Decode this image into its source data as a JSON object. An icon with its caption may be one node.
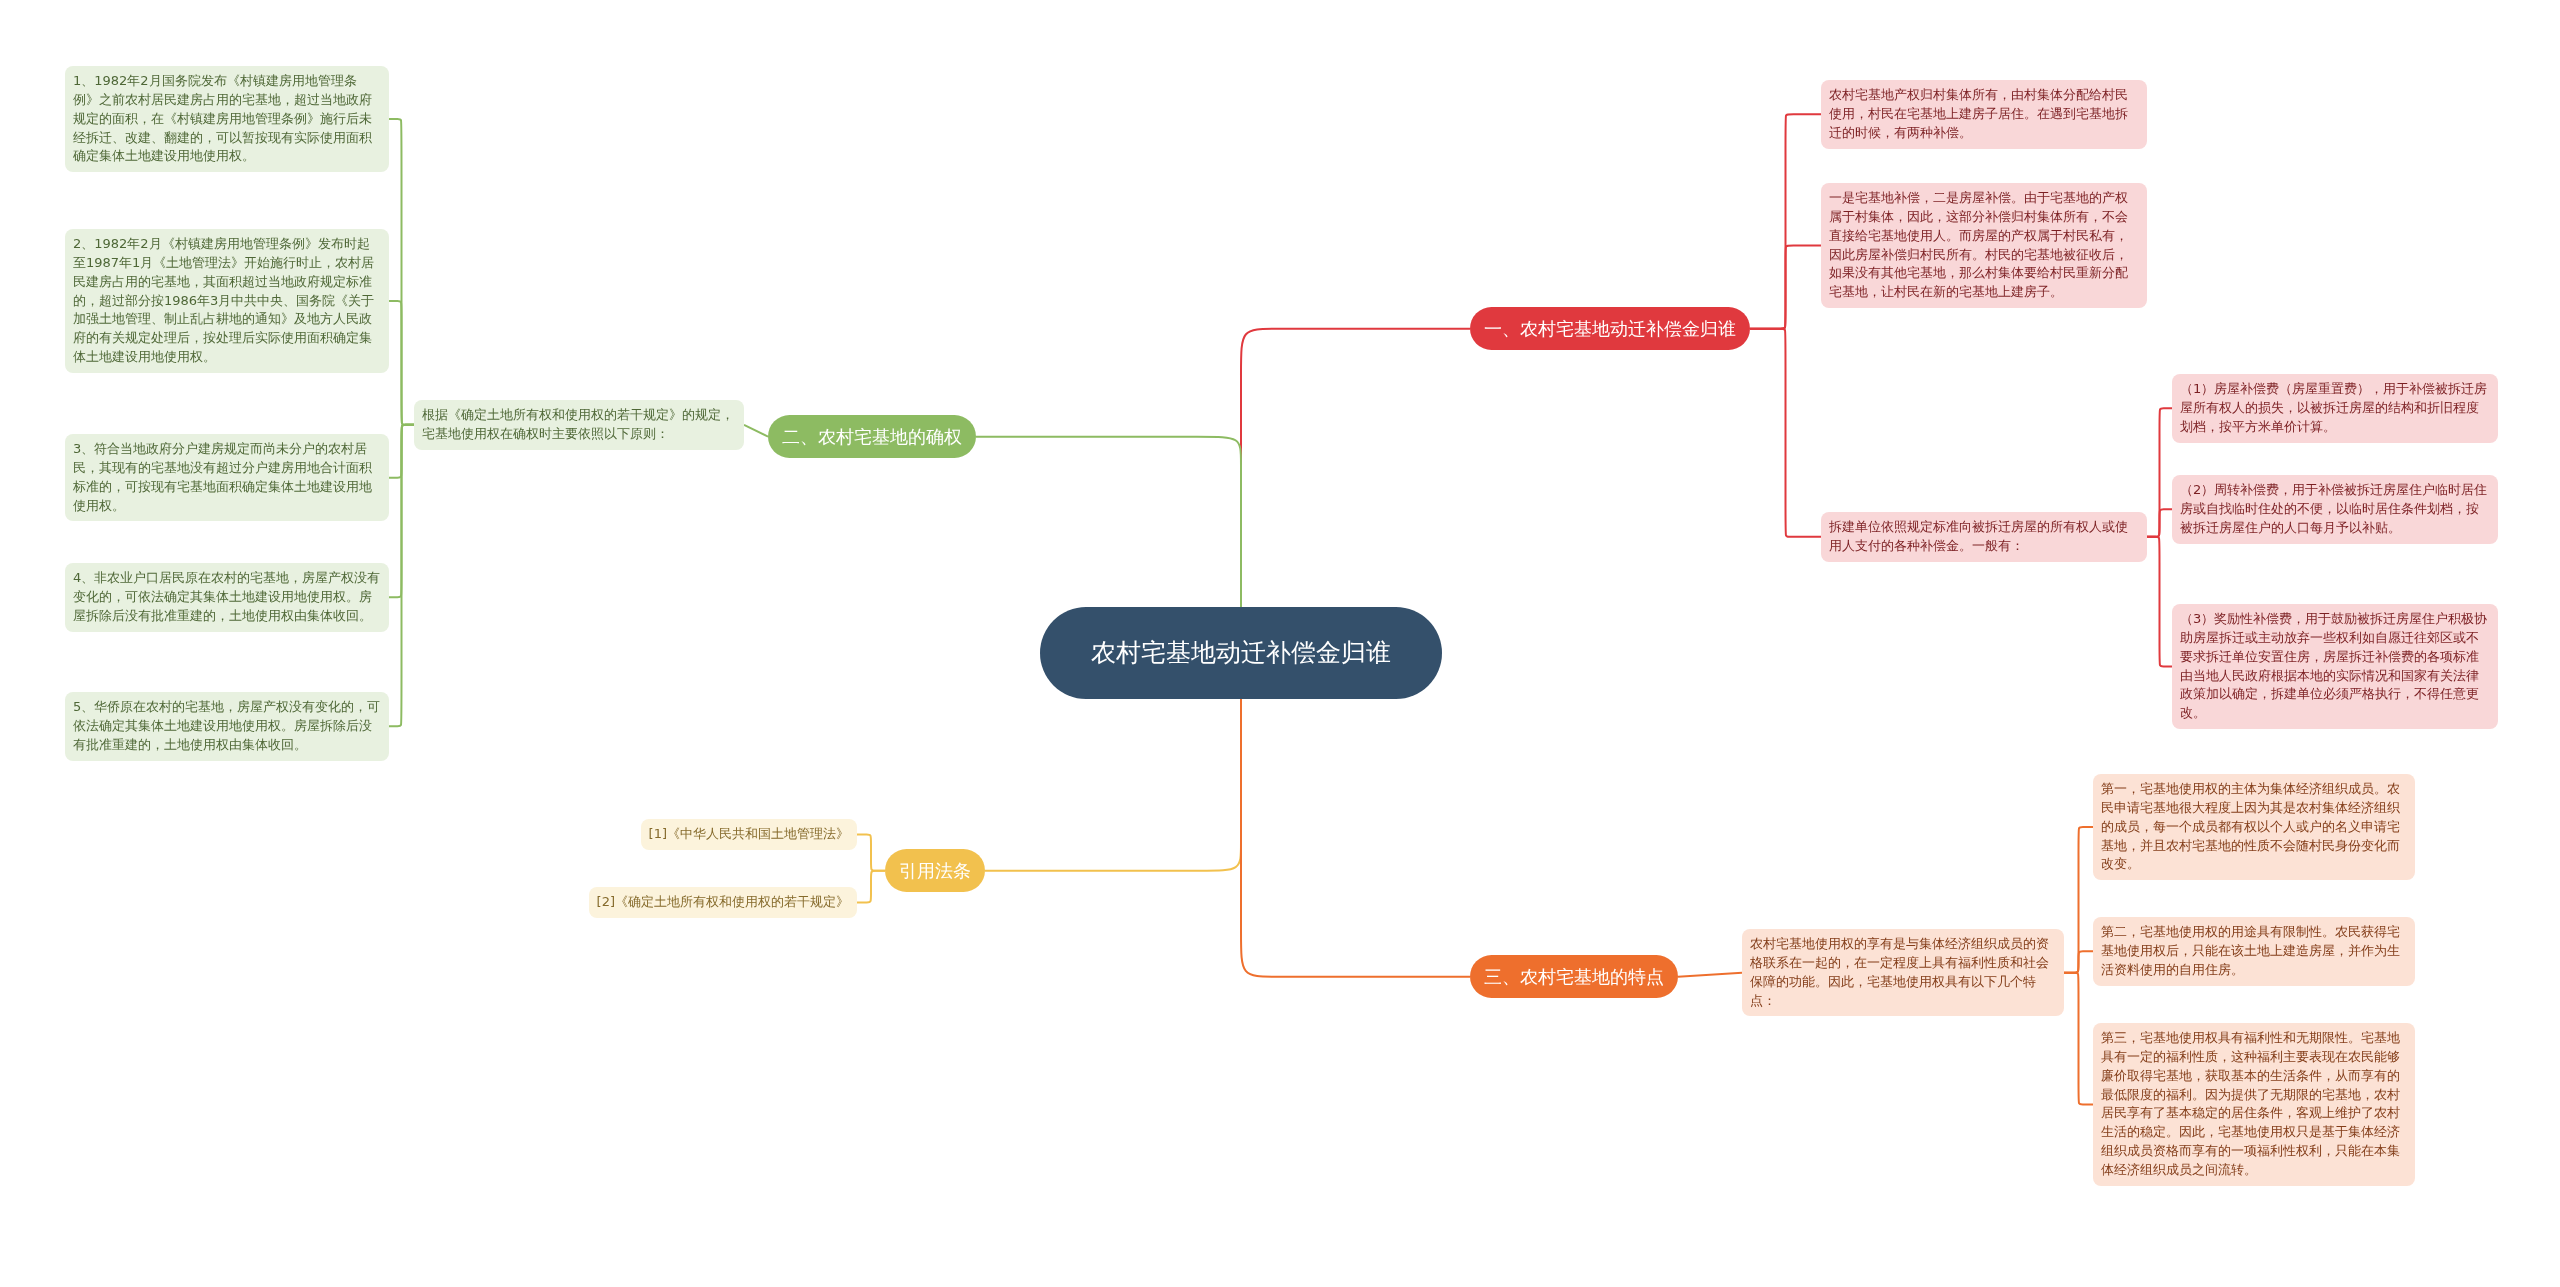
{
  "diagram": {
    "nodes": [
      {
        "text": [
          "农村宅基地动迁补偿金归谁"
        ]
      },
      {
        "text": [
          "一、农村宅基地动迁补偿金归谁"
        ]
      },
      {
        "text": [
          "农村宅基地产权归村集体所有，由村集体分配给村民使用，村民在宅基地上建房子居住。在遇到宅基地拆迁的时候，有两种补偿。"
        ]
      },
      {
        "text": [
          "一是宅基地补偿，二是房屋补偿。由于宅基地的产权属于村集体，因此，这部分补偿归村集体所有，不会直接给宅基地使用人。而房屋的产权属于村民私有，因此房屋补偿归村民所有。村民的宅基地被征收后，如果没有其他宅基地，那么村集体要给村民重新分配宅基地，让村民在新的宅基地上建房子。"
        ]
      },
      {
        "text": [
          "拆建单位依照规定标准向被拆迁房屋的所有权人或使用人支付的各种补偿金。一般有："
        ]
      },
      {
        "text": [
          "（1）房屋补偿费（房屋重置费），用于补偿被拆迁房屋所有权人的损失，以被拆迁房屋的结构和折旧程度划档，按平方米单价计算。"
        ]
      },
      {
        "text": [
          "（2）周转补偿费，用于补偿被拆迁房屋住户临时居住房或自找临时住处的不便，以临时居住条件划档，按被拆迁房屋住户的人口每月予以补贴。"
        ]
      },
      {
        "text": [
          "（3）奖励性补偿费，用于鼓励被拆迁房屋住户积极协助房屋拆迁或主动放弃一些权利如自愿迁往郊区或不要求拆迁单位安置住房，房屋拆迁补偿费的各项标准由当地人民政府根据本地的实际情况和国家有关法律政策加以确定，拆建单位必须严格执行，不得任意更改。"
        ]
      },
      {
        "text": [
          "二、农村宅基地的确权"
        ]
      },
      {
        "text": [
          "根据《确定土地所有权和使用权的若干规定》的规定，宅基地使用权在确权时主要依照以下原则："
        ]
      },
      {
        "text": [
          "1、1982年2月国务院发布《村镇建房用地管理条例》之前农村居民建房占用的宅基地，超过当地政府规定的面积，在《村镇建房用地管理条例》施行后未经拆迁、改建、翻建的，可以暂按现有实际使用面积确定集体土地建设用地使用权。"
        ]
      },
      {
        "text": [
          "2、1982年2月《村镇建房用地管理条例》发布时起至1987年1月《土地管理法》开始施行时止，农村居民建房占用的宅基地，其面积超过当地政府规定标准的，超过部分按1986年3月中共中央、国务院《关于加强土地管理、制止乱占耕地的通知》及地方人民政府的有关规定处理后，按处理后实际使用面积确定集体土地建设用地使用权。"
        ]
      },
      {
        "text": [
          "3、符合当地政府分户建房规定而尚未分户的农村居民，其现有的宅基地没有超过分户建房用地合计面积标准的，可按现有宅基地面积确定集体土地建设用地使用权。"
        ]
      },
      {
        "text": [
          "4、非农业户口居民原在农村的宅基地，房屋产权没有变化的，可依法确定其集体土地建设用地使用权。房屋拆除后没有批准重建的，土地使用权由集体收回。"
        ]
      },
      {
        "text": [
          "5、华侨原在农村的宅基地，房屋产权没有变化的，可依法确定其集体土地建设用地使用权。房屋拆除后没有批准重建的，土地使用权由集体收回。"
        ]
      },
      {
        "text": [
          "引用法条"
        ]
      },
      {
        "text": [
          "[1]《中华人民共和国土地管理法》"
        ]
      },
      {
        "text": [
          "[2]《确定土地所有权和使用权的若干规定》"
        ]
      },
      {
        "text": [
          "三、农村宅基地的特点"
        ]
      },
      {
        "text": [
          "农村宅基地使用权的享有是与集体经济组织成员的资格联系在一起的，在一定程度上具有福利性质和社会保障的功能。因此，宅基地使用权具有以下几个特点："
        ]
      },
      {
        "text": [
          "第一，宅基地使用权的主体为集体经济组织成员。农民申请宅基地很大程度上因为其是农村集体经济组织的成员，每一个成员都有权以个人或户的名义申请宅基地，并且农村宅基地的性质不会随村民身份变化而改变。"
        ]
      },
      {
        "text": [
          "第二，宅基地使用权的用途具有限制性。农民获得宅基地使用权后，只能在该土地上建造房屋，并作为生活资料使用的自用住房。"
        ]
      },
      {
        "text": [
          "第三，宅基地使用权具有福利性和无期限性。宅基地具有一定的福利性质，这种福利主要表现在农民能够廉价取得宅基地，获取基本的生活条件，从而享有的最低限度的福利。因为提供了无期限的宅基地，农村居民享有了基本稳定的居住条件，客观上维护了农村生活的稳定。因此，宅基地使用权只是基于集体经济组织成员资格而享有的一项福利性权利，只能在本集体经济组织成员之间流转。"
        ]
      }
    ],
    "edges": [
      {
        "from": 0,
        "to": 1,
        "arrow": "none",
        "color": "#e0393e"
      },
      {
        "from": 1,
        "to": 2,
        "arrow": "none",
        "color": "#e0393e"
      },
      {
        "from": 1,
        "to": 3,
        "arrow": "none",
        "color": "#e0393e"
      },
      {
        "from": 1,
        "to": 4,
        "arrow": "none",
        "color": "#e0393e"
      },
      {
        "from": 4,
        "to": 5,
        "arrow": "none",
        "color": "#e0393e"
      },
      {
        "from": 4,
        "to": 6,
        "arrow": "none",
        "color": "#e0393e"
      },
      {
        "from": 4,
        "to": 7,
        "arrow": "none",
        "color": "#e0393e"
      },
      {
        "from": 0,
        "to": 8,
        "arrow": "none",
        "color": "#8dbb62"
      },
      {
        "from": 8,
        "to": 9,
        "arrow": "none",
        "color": "#8dbb62"
      },
      {
        "from": 9,
        "to": 10,
        "arrow": "none",
        "color": "#8dbb62"
      },
      {
        "from": 9,
        "to": 11,
        "arrow": "none",
        "color": "#8dbb62"
      },
      {
        "from": 9,
        "to": 12,
        "arrow": "none",
        "color": "#8dbb62"
      },
      {
        "from": 9,
        "to": 13,
        "arrow": "none",
        "color": "#8dbb62"
      },
      {
        "from": 9,
        "to": 14,
        "arrow": "none",
        "color": "#8dbb62"
      },
      {
        "from": 0,
        "to": 15,
        "arrow": "none",
        "color": "#f2c14e"
      },
      {
        "from": 15,
        "to": 16,
        "arrow": "none",
        "color": "#f2c14e"
      },
      {
        "from": 15,
        "to": 17,
        "arrow": "none",
        "color": "#f2c14e"
      },
      {
        "from": 0,
        "to": 18,
        "arrow": "none",
        "color": "#ee6f2d"
      },
      {
        "from": 18,
        "to": 19,
        "arrow": "none",
        "color": "#ee6f2d"
      },
      {
        "from": 19,
        "to": 20,
        "arrow": "none",
        "color": "#ee6f2d"
      },
      {
        "from": 19,
        "to": 21,
        "arrow": "none",
        "color": "#ee6f2d"
      },
      {
        "from": 19,
        "to": 22,
        "arrow": "none",
        "color": "#ee6f2d"
      }
    ]
  }
}
